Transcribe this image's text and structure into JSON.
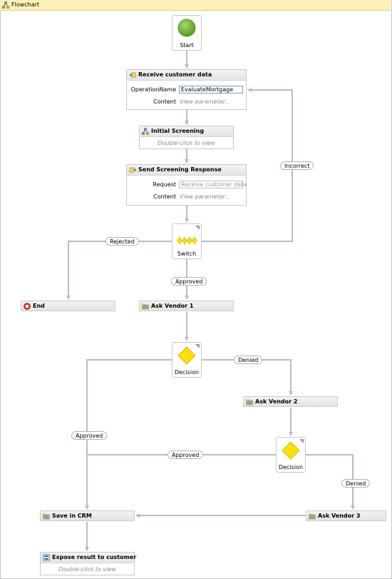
{
  "title": "Flowchart",
  "nodes": {
    "start": {
      "label": "Start"
    },
    "receive": {
      "title": "Receive customer data",
      "operation_label": "OperationName",
      "operation_value": "EvaluateMortgage",
      "content_label": "Content",
      "content_value": "View parameter..."
    },
    "screening": {
      "title": "Initial Screening",
      "hint": "Double-click to view"
    },
    "send": {
      "title": "Send Screening Response",
      "request_label": "Request",
      "request_value": "Receive customer data",
      "content_label": "Content",
      "content_value": "View parameter..."
    },
    "switch": {
      "label": "Switch"
    },
    "end": {
      "label": "End"
    },
    "vendor1": {
      "label": "Ask Vendor 1"
    },
    "decision1": {
      "label": "Decision"
    },
    "vendor2": {
      "label": "Ask Vendor 2"
    },
    "decision2": {
      "label": "Decision"
    },
    "vendor3": {
      "label": "Ask Vendor 3"
    },
    "save": {
      "label": "Save in CRM"
    },
    "expose": {
      "title": "Expose result to customer",
      "hint": "Double-click to view"
    }
  },
  "edge_labels": {
    "incorrect": "Incorrect",
    "rejected": "Rejected",
    "approved_switch": "Approved",
    "denied_1": "Denied",
    "approved_1": "Approved",
    "approved_2": "Approved",
    "denied_2": "Denied"
  },
  "colors": {
    "title_bar": "#fbf1b6",
    "connector": "#b4bccc",
    "start_fill": "#6aa92a",
    "decision_fill": "#ffe000",
    "end_fill": "#d23333"
  },
  "icons": {
    "title": "flowchart-icon",
    "receive": "receive-icon",
    "screening": "flowchart-icon",
    "send": "send-reply-icon",
    "vendor": "activity-folder-icon",
    "end": "stop-icon",
    "expose": "sequence-icon"
  }
}
